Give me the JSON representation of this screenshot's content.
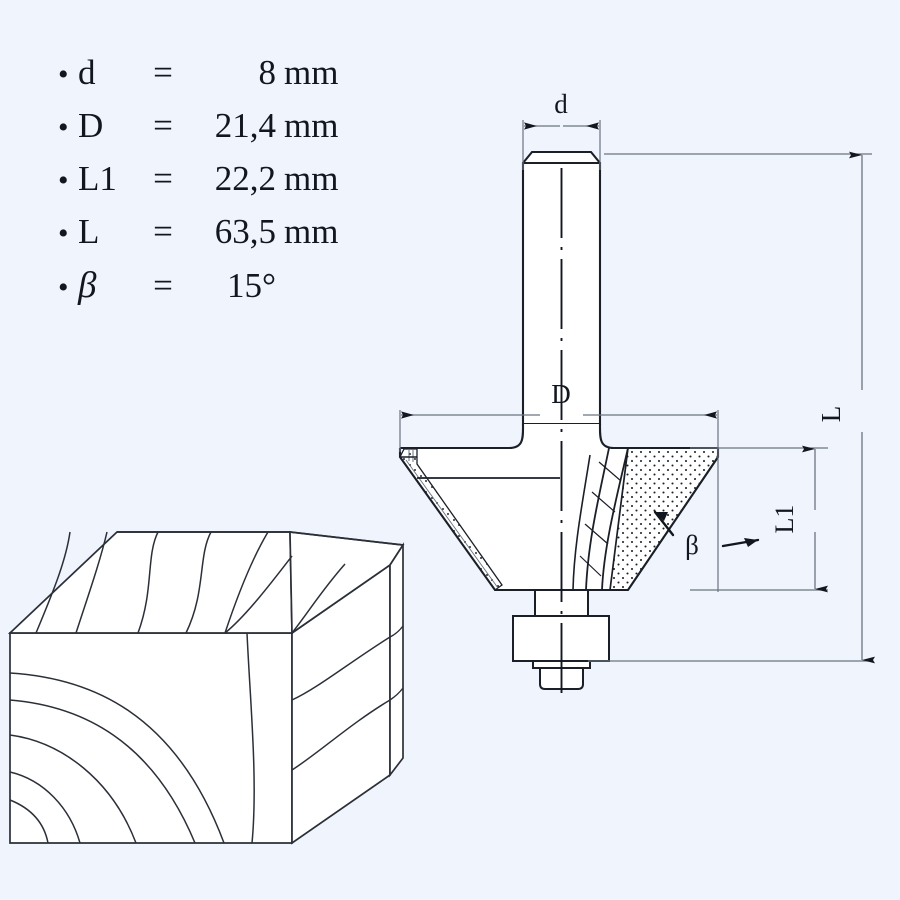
{
  "page": {
    "title": "Chamfer Router Bit Technical Drawing",
    "background_color": "#eff4fd",
    "line_color": "#1a1f28",
    "thin_line_color": "#6b7380"
  },
  "specs": {
    "items": [
      {
        "bullet": "•",
        "symbol": "d",
        "equals": "=",
        "value": "8",
        "unit": "mm"
      },
      {
        "bullet": "•",
        "symbol": "D",
        "equals": "=",
        "value": "21,4",
        "unit": "mm"
      },
      {
        "bullet": "•",
        "symbol": "L1",
        "equals": "=",
        "value": "22,2",
        "unit": "mm"
      },
      {
        "bullet": "•",
        "symbol": "L",
        "equals": "=",
        "value": "63,5",
        "unit": "mm"
      },
      {
        "bullet": "•",
        "symbol": "β",
        "equals": "=",
        "value": "15°",
        "unit": ""
      }
    ]
  },
  "dimensions": {
    "shank_diameter_label": "d",
    "cutter_diameter_label": "D",
    "cutting_length_label": "L1",
    "overall_length_label": "L",
    "angle_label": "β"
  },
  "drawing": {
    "tool_name": "chamfer-router-bit",
    "workpiece_name": "wood-block-with-chamfered-edge"
  }
}
